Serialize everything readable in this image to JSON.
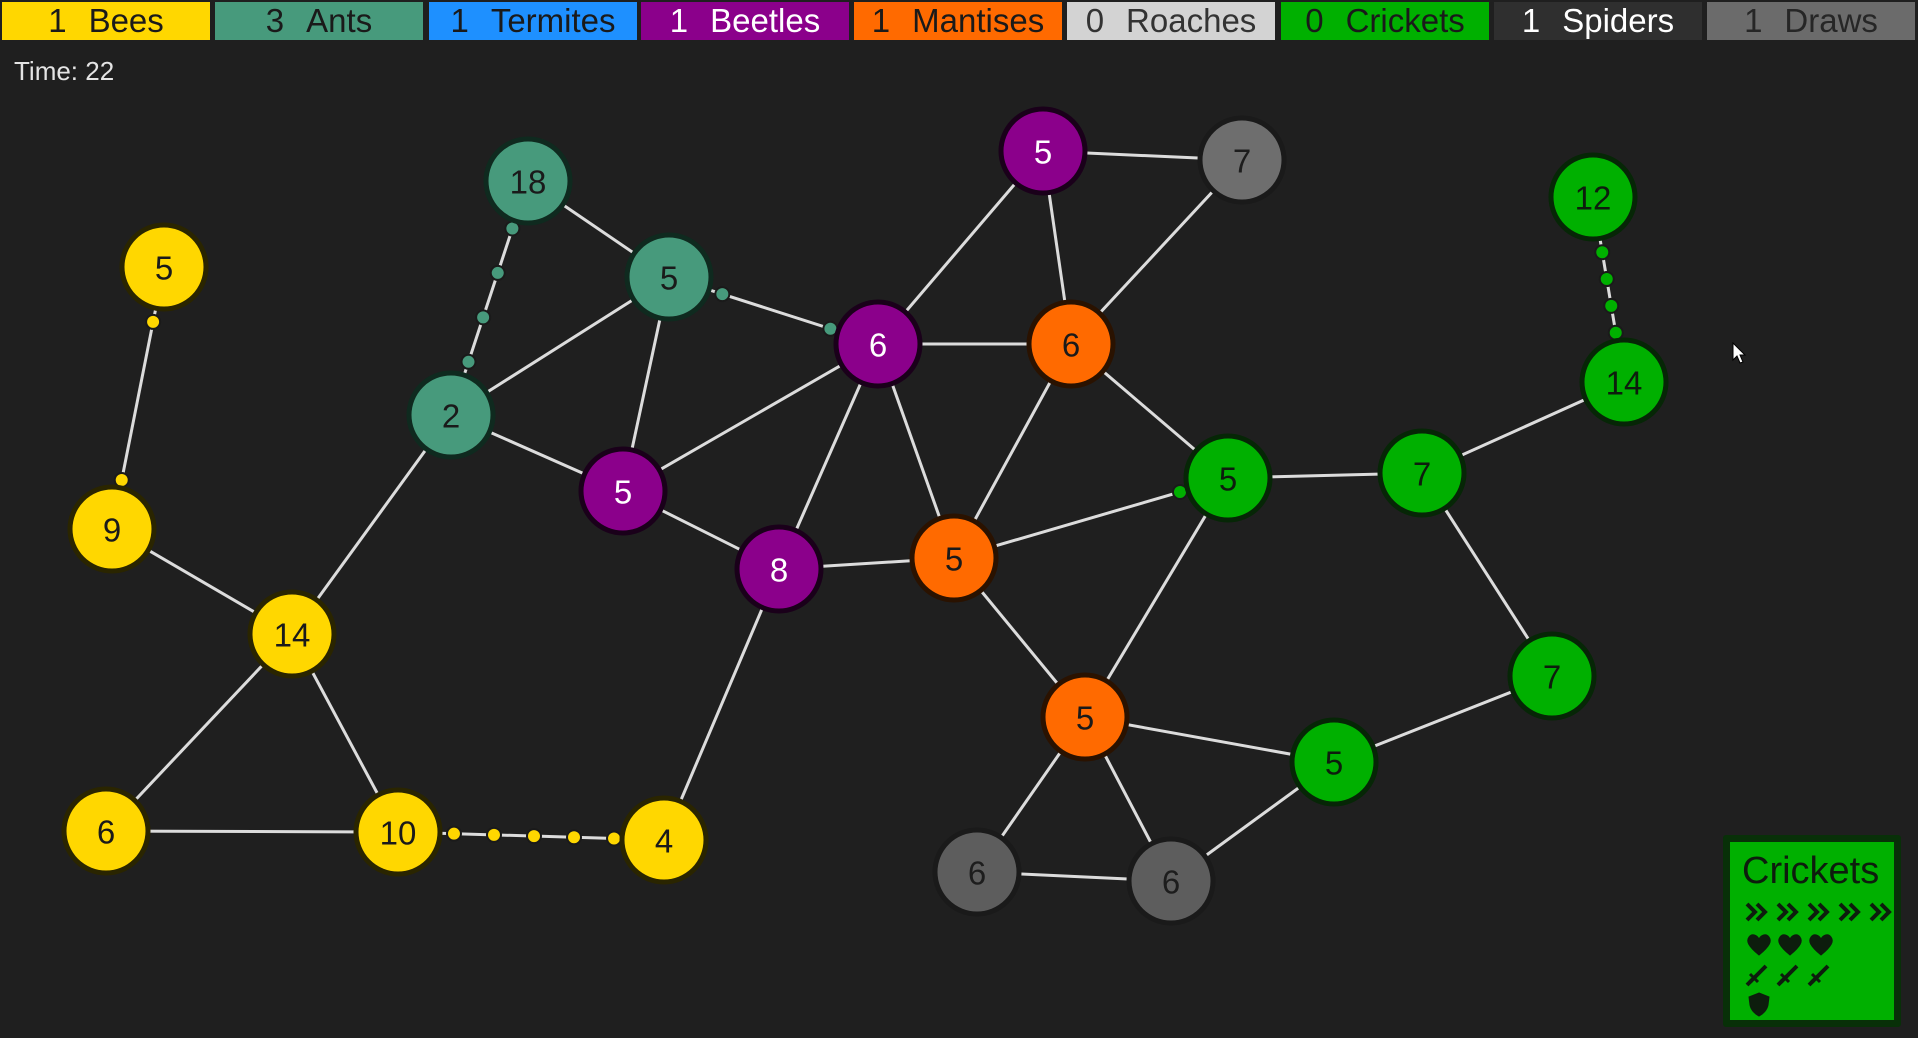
{
  "teams": [
    {
      "count": "1",
      "name": "Bees",
      "bg": "#ffd700",
      "fg": "#1a1a1a"
    },
    {
      "count": "3",
      "name": "Ants",
      "bg": "#479a7c",
      "fg": "#1a1a1a"
    },
    {
      "count": "1",
      "name": "Termites",
      "bg": "#1e90ff",
      "fg": "#1a1a1a"
    },
    {
      "count": "1",
      "name": "Beetles",
      "bg": "#8b008b",
      "fg": "#ffffff"
    },
    {
      "count": "1",
      "name": "Mantises",
      "bg": "#ff6a00",
      "fg": "#1a1a1a"
    },
    {
      "count": "0",
      "name": "Roaches",
      "bg": "#d3d3d3",
      "fg": "#333333"
    },
    {
      "count": "0",
      "name": "Crickets",
      "bg": "#00b000",
      "fg": "#1a1a1a"
    },
    {
      "count": "1",
      "name": "Spiders",
      "bg": "#2f2f2f",
      "fg": "#ffffff"
    },
    {
      "count": "1",
      "name": "Draws",
      "bg": "#6b6b6b",
      "fg": "#262626"
    }
  ],
  "time_label": "Time: 22",
  "team_colors": {
    "bees": "#ffd700",
    "ants": "#479a7c",
    "beetles": "#8b008b",
    "mantises": "#ff6a00",
    "crickets": "#00b000",
    "neutral_light": "#6e6e6e",
    "neutral_dark": "#5d5d5d"
  },
  "nodes": [
    {
      "id": "n1",
      "value": "5",
      "team": "bees"
    },
    {
      "id": "n2",
      "value": "9",
      "team": "bees"
    },
    {
      "id": "n3",
      "value": "14",
      "team": "bees"
    },
    {
      "id": "n4",
      "value": "6",
      "team": "bees"
    },
    {
      "id": "n5",
      "value": "10",
      "team": "bees"
    },
    {
      "id": "n6",
      "value": "4",
      "team": "bees"
    },
    {
      "id": "n7",
      "value": "18",
      "team": "ants"
    },
    {
      "id": "n8",
      "value": "5",
      "team": "ants"
    },
    {
      "id": "n9",
      "value": "2",
      "team": "ants"
    },
    {
      "id": "n10",
      "value": "5",
      "team": "beetles"
    },
    {
      "id": "n11",
      "value": "6",
      "team": "beetles"
    },
    {
      "id": "n12",
      "value": "8",
      "team": "beetles"
    },
    {
      "id": "n13",
      "value": "5",
      "team": "beetles"
    },
    {
      "id": "n14",
      "value": "7",
      "team": "neutral_light"
    },
    {
      "id": "n15",
      "value": "6",
      "team": "mantises"
    },
    {
      "id": "n16",
      "value": "5",
      "team": "mantises"
    },
    {
      "id": "n17",
      "value": "5",
      "team": "mantises"
    },
    {
      "id": "n18",
      "value": "6",
      "team": "neutral_dark"
    },
    {
      "id": "n19",
      "value": "6",
      "team": "neutral_dark"
    },
    {
      "id": "n20",
      "value": "5",
      "team": "crickets"
    },
    {
      "id": "n21",
      "value": "7",
      "team": "crickets"
    },
    {
      "id": "n22",
      "value": "7",
      "team": "crickets"
    },
    {
      "id": "n23",
      "value": "5",
      "team": "crickets"
    },
    {
      "id": "n24",
      "value": "12",
      "team": "crickets"
    },
    {
      "id": "n25",
      "value": "14",
      "team": "crickets"
    }
  ],
  "edges": [
    [
      "n1",
      "n2"
    ],
    [
      "n2",
      "n3"
    ],
    [
      "n3",
      "n4"
    ],
    [
      "n3",
      "n5"
    ],
    [
      "n4",
      "n5"
    ],
    [
      "n5",
      "n6"
    ],
    [
      "n3",
      "n9"
    ],
    [
      "n9",
      "n7"
    ],
    [
      "n9",
      "n8"
    ],
    [
      "n9",
      "n10"
    ],
    [
      "n7",
      "n8"
    ],
    [
      "n8",
      "n10"
    ],
    [
      "n8",
      "n11"
    ],
    [
      "n10",
      "n11"
    ],
    [
      "n10",
      "n12"
    ],
    [
      "n12",
      "n11"
    ],
    [
      "n12",
      "n16"
    ],
    [
      "n12",
      "n6"
    ],
    [
      "n11",
      "n13"
    ],
    [
      "n11",
      "n15"
    ],
    [
      "n11",
      "n16"
    ],
    [
      "n13",
      "n14"
    ],
    [
      "n13",
      "n15"
    ],
    [
      "n14",
      "n15"
    ],
    [
      "n15",
      "n16"
    ],
    [
      "n15",
      "n20"
    ],
    [
      "n16",
      "n20"
    ],
    [
      "n16",
      "n17"
    ],
    [
      "n17",
      "n20"
    ],
    [
      "n17",
      "n18"
    ],
    [
      "n17",
      "n19"
    ],
    [
      "n17",
      "n23"
    ],
    [
      "n18",
      "n19"
    ],
    [
      "n19",
      "n23"
    ],
    [
      "n23",
      "n22"
    ],
    [
      "n22",
      "n21"
    ],
    [
      "n21",
      "n20"
    ],
    [
      "n21",
      "n25"
    ],
    [
      "n24",
      "n25"
    ]
  ],
  "units": [
    {
      "from": "n1",
      "to": "n2",
      "team": "bees",
      "count": 2
    },
    {
      "from": "n5",
      "to": "n6",
      "team": "bees",
      "count": 5
    },
    {
      "from": "n9",
      "to": "n7",
      "team": "ants",
      "count": 4
    },
    {
      "from": "n8",
      "to": "n11",
      "team": "ants",
      "count": 2
    },
    {
      "from": "n16",
      "to": "n20",
      "team": "crickets",
      "count": 1
    },
    {
      "from": "n24",
      "to": "n25",
      "team": "crickets",
      "count": 4
    }
  ],
  "team_card": {
    "title": "Crickets",
    "bg": "#00b000",
    "speed_icons": 5,
    "health_icons": 3,
    "attack_icons": 3,
    "defense_icons": 1,
    "icon_names": [
      "double-chevron-icon",
      "heart-icon",
      "sword-icon",
      "shield-icon"
    ]
  }
}
